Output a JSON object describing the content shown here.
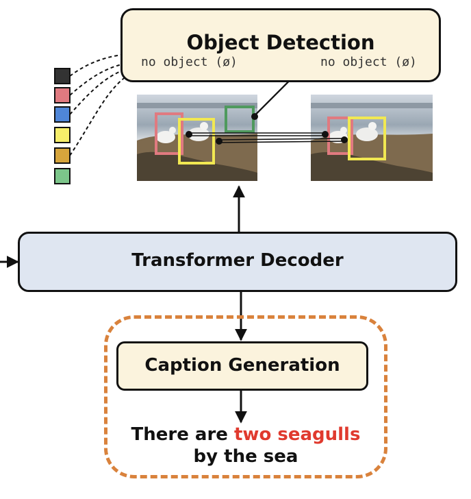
{
  "object_detection": {
    "title": "Object Detection",
    "no_object_left": "no object (ø)",
    "no_object_right": "no object (ø)"
  },
  "class_swatches": [
    "#333333",
    "#e07a80",
    "#4f86d8",
    "#f6ee6a",
    "#d6a53c",
    "#7cc68a"
  ],
  "decoder": {
    "label": "Transformer Decoder"
  },
  "caption_generation": {
    "label": "Caption Generation",
    "caption_part1": "There are ",
    "caption_highlight": "two seagulls",
    "caption_line2": "by the sea"
  },
  "colors": {
    "od_fill": "#fbf3dd",
    "decoder_fill": "#dfe6f1",
    "dashed_border": "#d9823c",
    "highlight": "#e03a2e",
    "box_red": "#e07a80",
    "box_yellow": "#f1e852",
    "box_green": "#4f9a5e"
  }
}
